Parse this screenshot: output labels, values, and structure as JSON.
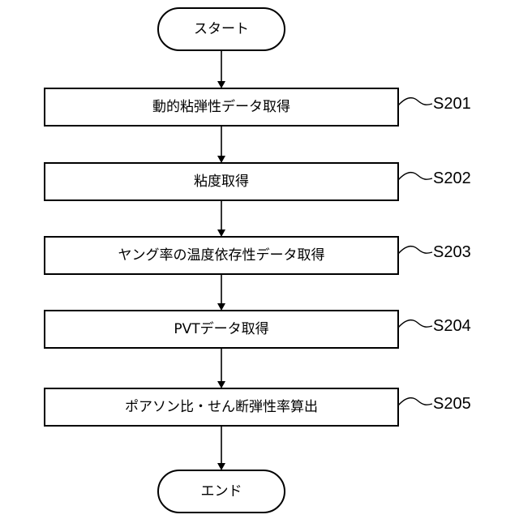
{
  "flowchart": {
    "start_label": "スタート",
    "end_label": "エンド",
    "steps": [
      {
        "text": "動的粘弾性データ取得",
        "step_id": "S201"
      },
      {
        "text": "粘度取得",
        "step_id": "S202"
      },
      {
        "text": "ヤング率の温度依存性データ取得",
        "step_id": "S203"
      },
      {
        "text": "PVTデータ取得",
        "step_id": "S204"
      },
      {
        "text": "ポアソン比・せん断弾性率算出",
        "step_id": "S205"
      }
    ]
  }
}
